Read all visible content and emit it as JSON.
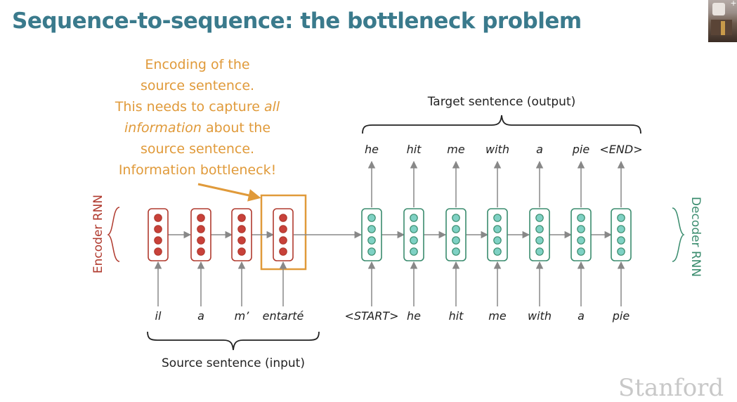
{
  "title": "Sequence-to-sequence: the bottleneck problem",
  "source_words": [
    "il",
    "a",
    "m’",
    "entarté"
  ],
  "decoder_inputs": [
    "<START>",
    "he",
    "hit",
    "me",
    "with",
    "a",
    "pie"
  ],
  "target_words": [
    "he",
    "hit",
    "me",
    "with",
    "a",
    "pie",
    "<END>"
  ],
  "source_caption": "Source sentence (input)",
  "target_caption": "Target sentence (output)",
  "encoder_label": "Encoder RNN",
  "decoder_label": "Decoder RNN",
  "annotation": {
    "line1": "Encoding of the",
    "line2": "source sentence.",
    "line3": "This needs to capture ",
    "line3_italic": "all",
    "line4_italic": "information",
    "line4": " about the",
    "line5": "source sentence.",
    "line6": "Information bottleneck!"
  },
  "watermark": "Stanford",
  "colors": {
    "title": "#3a7a8c",
    "encoder": "#b03a2e",
    "decoder": "#3a8c6e",
    "decoder_fill": "#7fd1c4",
    "annotation": "#e09a3a"
  }
}
